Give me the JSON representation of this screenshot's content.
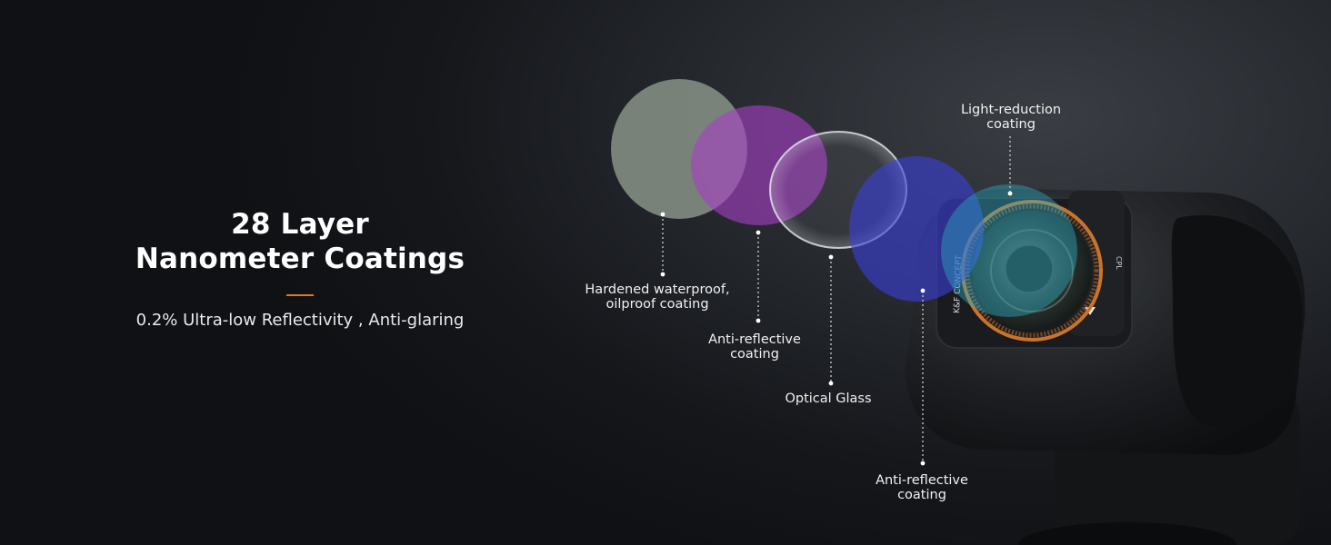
{
  "headline": {
    "title_line1": "28 Layer",
    "title_line2": "Nanometer Coatings",
    "subtitle": "0.2% Ultra-low Reflectivity , Anti-glaring",
    "accent_color": "#e07a1f"
  },
  "callouts": [
    {
      "line1": "Hardened waterproof,",
      "line2": "oilproof coating"
    },
    {
      "line1": "Anti-reflective",
      "line2": "coating"
    },
    {
      "line1": "Optical Glass",
      "line2": ""
    },
    {
      "line1": "Anti-reflective",
      "line2": "coating"
    },
    {
      "line1": "Light-reduction",
      "line2": "coating"
    }
  ],
  "product": {
    "brand_mark": "K&F CONCEPT",
    "filter_type": "CPL"
  },
  "colors": {
    "layer_gray": "#8f9a8c",
    "layer_purple": "#a43fc4",
    "layer_glass": "#cfd8dc",
    "layer_blue": "#3a3fd8",
    "layer_teal": "#2fb0c8",
    "ring_orange": "#c9742e"
  }
}
